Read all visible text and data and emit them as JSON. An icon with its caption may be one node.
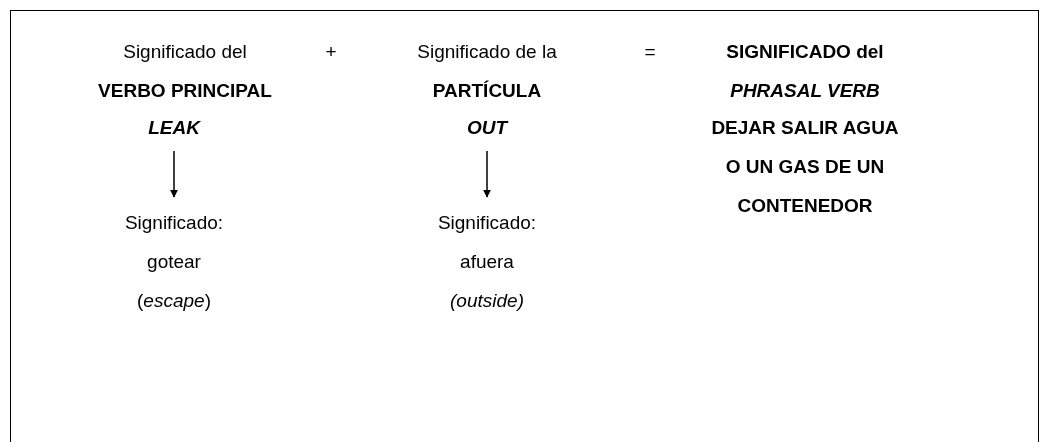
{
  "diagram": {
    "nodes": [
      {
        "text": [
          "*LEAK*"
        ]
      },
      {
        "text": [
          "Significado: gotear (*escape*)"
        ]
      },
      {
        "text": [
          "*OUT*"
        ]
      },
      {
        "text": [
          "Significado: afuera *(outside)*"
        ]
      }
    ],
    "edges": [
      {
        "from": 0,
        "to": 1,
        "arrow": "to"
      },
      {
        "from": 2,
        "to": 3,
        "arrow": "to"
      }
    ],
    "labels": [
      "Significado del **VERBO PRINCIPAL**",
      "+",
      "Significado de la **PARTÍCULA**",
      "=",
      "**SIGNIFICADO** del *PHRASAL VERB*",
      "DEJAR SALIR AGUA O UN GAS DE UN CONTENEDOR"
    ]
  }
}
